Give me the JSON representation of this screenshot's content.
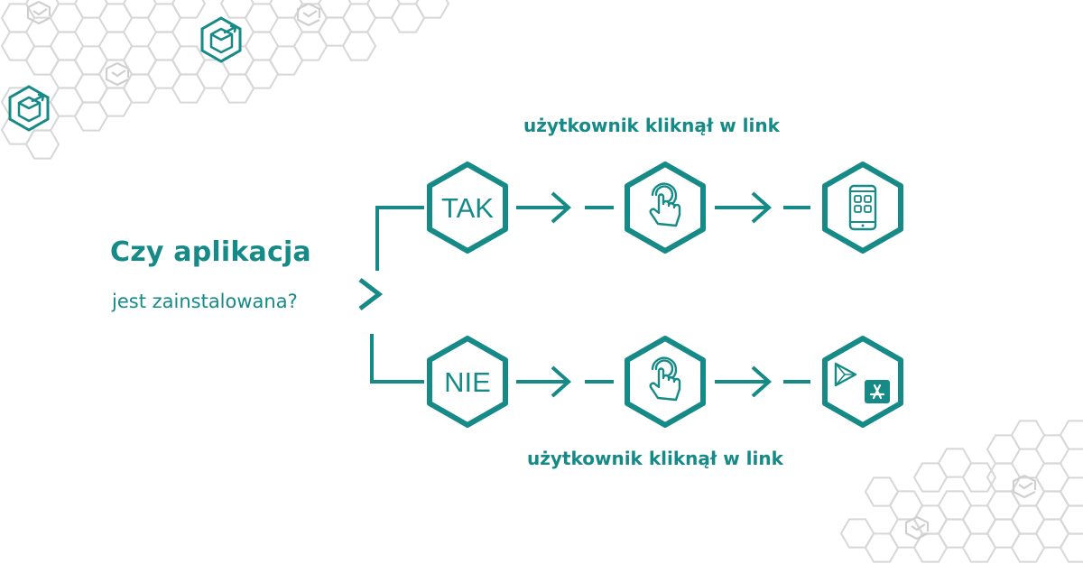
{
  "question": {
    "line1": "Czy aplikacja",
    "line2": "jest zainstalowana?"
  },
  "branches": {
    "yes": {
      "label": "TAK",
      "caption": "użytkownik kliknął w link",
      "steps": [
        "tap-hand-icon",
        "smartphone-apps-icon"
      ]
    },
    "no": {
      "label": "NIE",
      "caption": "użytkownik kliknął w link",
      "steps": [
        "tap-hand-icon",
        "app-store-icons"
      ]
    }
  },
  "colors": {
    "accent": "#168a87",
    "background_hex": "#d7d7d7"
  }
}
